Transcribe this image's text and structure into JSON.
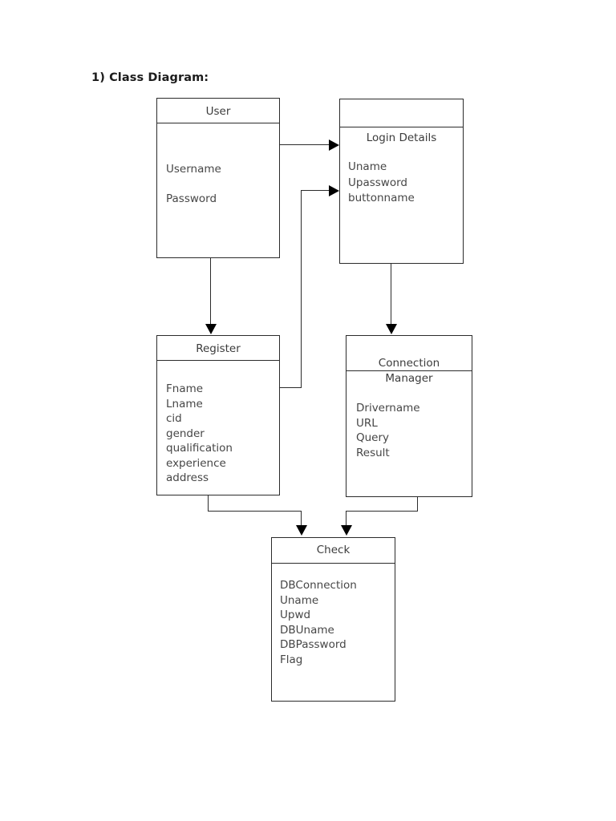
{
  "document": {
    "title": "1) Class Diagram:"
  },
  "diagram": {
    "type": "uml-class-diagram",
    "classes": [
      {
        "id": "user",
        "name": "User",
        "name_lines": [
          "User"
        ],
        "attributes": [
          "Username",
          "Password"
        ]
      },
      {
        "id": "login_details",
        "name": "Login Details",
        "name_lines": [
          "Login Details"
        ],
        "attributes": [
          "Uname",
          "Upassword",
          "buttonname"
        ]
      },
      {
        "id": "register",
        "name": "Register",
        "name_lines": [
          "Register"
        ],
        "attributes": [
          "Fname",
          "Lname",
          "cid",
          "gender",
          "qualification",
          "experience",
          "address"
        ]
      },
      {
        "id": "connection_manager",
        "name": "Connection Manager",
        "name_lines": [
          "Connection",
          "Manager"
        ],
        "attributes": [
          "Drivername",
          "URL",
          "Query",
          "Result"
        ]
      },
      {
        "id": "check",
        "name": "Check",
        "name_lines": [
          "Check"
        ],
        "attributes": [
          "DBConnection",
          "Uname",
          "Upwd",
          "DBUname",
          "DBPassword",
          "Flag"
        ]
      }
    ],
    "relationships": [
      {
        "from": "user",
        "to": "login_details",
        "style": "directed-arrow"
      },
      {
        "from": "user",
        "to": "register",
        "style": "directed-arrow"
      },
      {
        "from": "register",
        "to": "login_details",
        "style": "directed-arrow"
      },
      {
        "from": "login_details",
        "to": "connection_manager",
        "style": "directed-arrow"
      },
      {
        "from": "register",
        "to": "check",
        "style": "directed-arrow"
      },
      {
        "from": "connection_manager",
        "to": "check",
        "style": "directed-arrow"
      }
    ]
  },
  "colors": {
    "background": "#ffffff",
    "box_border": "#2b2b2b",
    "text": "#3b3b3b",
    "arrow": "#000000"
  }
}
